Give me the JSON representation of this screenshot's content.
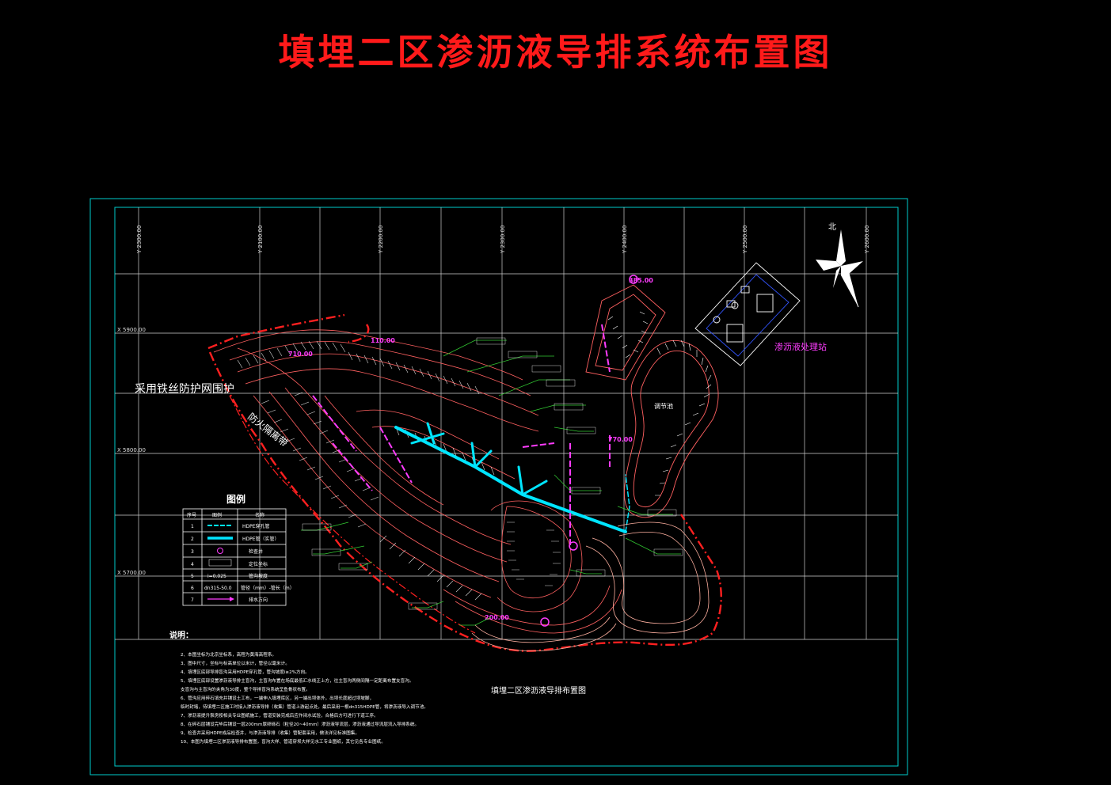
{
  "title": "填埋二区渗沥液导排系统布置图",
  "colors": {
    "background": "#000000",
    "title": "#ff1a1a",
    "frame": "#00cccc",
    "grid": "#ffffff",
    "boundary": "#ff2020",
    "pipe_main": "#00e5ff",
    "label_magenta": "#ff3cff",
    "contour": "#ff6060",
    "leader": "#33cc33"
  },
  "grid": {
    "x_labels": [
      "Y 2300.00",
      "Y 2100.00",
      "Y 2200.00",
      "Y 2300.00",
      "Y 2400.00",
      "Y 2500.00",
      "Y 2600.00"
    ],
    "y_labels": [
      "X 5900.00",
      "X 5800.00",
      "X 5700.00"
    ]
  },
  "north": "北",
  "notes_on_map": {
    "fence": "采用铁丝防护网围护",
    "firebreak": "防火隔离带",
    "treatment_station": "渗沥液处理站",
    "regulating_pool": "调节池",
    "elev_top": "385.00",
    "elev_a": "710.00",
    "elev_b": "110.00",
    "elev_c": "770.00",
    "elev_d": "200.00"
  },
  "legend": {
    "title": "图例",
    "headers": [
      "序号",
      "图例",
      "名称"
    ],
    "rows": [
      {
        "no": "1",
        "symbol": "",
        "name": "HDPE穿孔管"
      },
      {
        "no": "2",
        "symbol": "",
        "name": "HDPE管（实管）"
      },
      {
        "no": "3",
        "symbol": "",
        "name": "检查井"
      },
      {
        "no": "4",
        "symbol": "",
        "name": "定位坐标"
      },
      {
        "no": "5",
        "symbol": "i=0.025",
        "name": "管沟坡度"
      },
      {
        "no": "6",
        "symbol": "dn315-50.0",
        "name": "管径（mm）-管长（m）"
      },
      {
        "no": "7",
        "symbol": "",
        "name": "排水方向"
      }
    ]
  },
  "sub_title": "填埋二区渗沥液导排布置图",
  "notes": {
    "heading": "说明：",
    "lines": [
      "2、本图坐标为北京坐标系，高程为黄海高程系。",
      "3、图中尺寸，坐标与标高单位以米计，管径以毫米计。",
      "4、填埋区底部导排盲沟采用HDPE穿孔管，管沟坡度i≥2%方向。",
      "5、填埋区底部设置渗沥液导排主盲沟，主盲沟布置在场底最低汇水线正上方，往主盲沟两侧间隔一定距离布置支盲沟。",
      "   支盲沟与主盲沟的夹角为30度，整个导排盲沟系统呈鱼骨状布置。",
      "6、管沟应用碎石填充并铺设土工布，一端伸入填埋库区，另一端出坝体外，出坝长度超过坝坡脚，",
      "   临时封堵，待填埋二区施工时接入渗沥液导排（收集）管道上游起点处，最后采用一根dn315HDPE管，将渗沥液导入调节池。",
      "7、渗沥液提升泵房按相关专业图纸施工，管道安装完成后应作闭水试验，合格后方可进行下道工序。",
      "8、在碎石层铺设完毕后铺设一层200mm厚卵砾石（粒径20~40mm）渗沥液导流层，渗沥液通过导流层流入导排系统。",
      "9、检查井采用HDPE成品检查井，与渗沥液导排（收集）管配套采用，做法详见标准图集。",
      "10、本图为填埋二区渗沥液导排布置图，盲沟大样、管道穿坝大样见水工专业图纸，其它见各专业图纸。"
    ]
  }
}
